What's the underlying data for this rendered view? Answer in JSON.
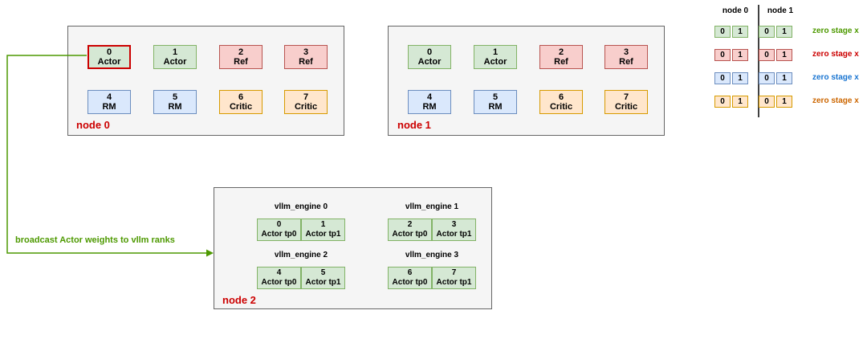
{
  "colors": {
    "green_fill": "#d5e8d4",
    "green_border": "#82b366",
    "red_fill": "#f8cecc",
    "red_border": "#b85450",
    "blue_fill": "#dae8fc",
    "blue_border": "#6c8ebf",
    "orange_fill": "#ffe6cc",
    "orange_border": "#d79b00",
    "node_label": "#cc0000",
    "arrow": "#4d9900",
    "legend_green": "#4d9900",
    "legend_red": "#cc0000",
    "legend_blue": "#1a75d1",
    "legend_orange": "#cc6600"
  },
  "nodes": [
    {
      "label": "node 0",
      "ranks": [
        {
          "id": "0",
          "role": "Actor",
          "color": "green",
          "highlight": true
        },
        {
          "id": "1",
          "role": "Actor",
          "color": "green"
        },
        {
          "id": "2",
          "role": "Ref",
          "color": "red"
        },
        {
          "id": "3",
          "role": "Ref",
          "color": "red"
        },
        {
          "id": "4",
          "role": "RM",
          "color": "blue"
        },
        {
          "id": "5",
          "role": "RM",
          "color": "blue"
        },
        {
          "id": "6",
          "role": "Critic",
          "color": "orange"
        },
        {
          "id": "7",
          "role": "Critic",
          "color": "orange"
        }
      ]
    },
    {
      "label": "node 1",
      "ranks": [
        {
          "id": "0",
          "role": "Actor",
          "color": "green"
        },
        {
          "id": "1",
          "role": "Actor",
          "color": "green"
        },
        {
          "id": "2",
          "role": "Ref",
          "color": "red"
        },
        {
          "id": "3",
          "role": "Ref",
          "color": "red"
        },
        {
          "id": "4",
          "role": "RM",
          "color": "blue"
        },
        {
          "id": "5",
          "role": "RM",
          "color": "blue"
        },
        {
          "id": "6",
          "role": "Critic",
          "color": "orange"
        },
        {
          "id": "7",
          "role": "Critic",
          "color": "orange"
        }
      ]
    }
  ],
  "node2": {
    "label": "node 2",
    "engines": [
      {
        "title": "vllm_engine 0",
        "ranks": [
          {
            "id": "0",
            "role": "Actor tp0"
          },
          {
            "id": "1",
            "role": "Actor tp1"
          }
        ]
      },
      {
        "title": "vllm_engine 1",
        "ranks": [
          {
            "id": "2",
            "role": "Actor tp0"
          },
          {
            "id": "3",
            "role": "Actor tp1"
          }
        ]
      },
      {
        "title": "vllm_engine 2",
        "ranks": [
          {
            "id": "4",
            "role": "Actor tp0"
          },
          {
            "id": "5",
            "role": "Actor tp1"
          }
        ]
      },
      {
        "title": "vllm_engine 3",
        "ranks": [
          {
            "id": "6",
            "role": "Actor tp0"
          },
          {
            "id": "7",
            "role": "Actor tp1"
          }
        ]
      }
    ]
  },
  "arrow_label": "broadcast Actor weights to vllm ranks",
  "legend": {
    "col_headers": [
      "node 0",
      "node 1"
    ],
    "rows": [
      {
        "cells": [
          "0",
          "1",
          "0",
          "1"
        ],
        "label": "zero stage x",
        "color": "green"
      },
      {
        "cells": [
          "0",
          "1",
          "0",
          "1"
        ],
        "label": "zero stage x",
        "color": "red"
      },
      {
        "cells": [
          "0",
          "1",
          "0",
          "1"
        ],
        "label": "zero stage x",
        "color": "blue"
      },
      {
        "cells": [
          "0",
          "1",
          "0",
          "1"
        ],
        "label": "zero stage x",
        "color": "orange"
      }
    ]
  }
}
